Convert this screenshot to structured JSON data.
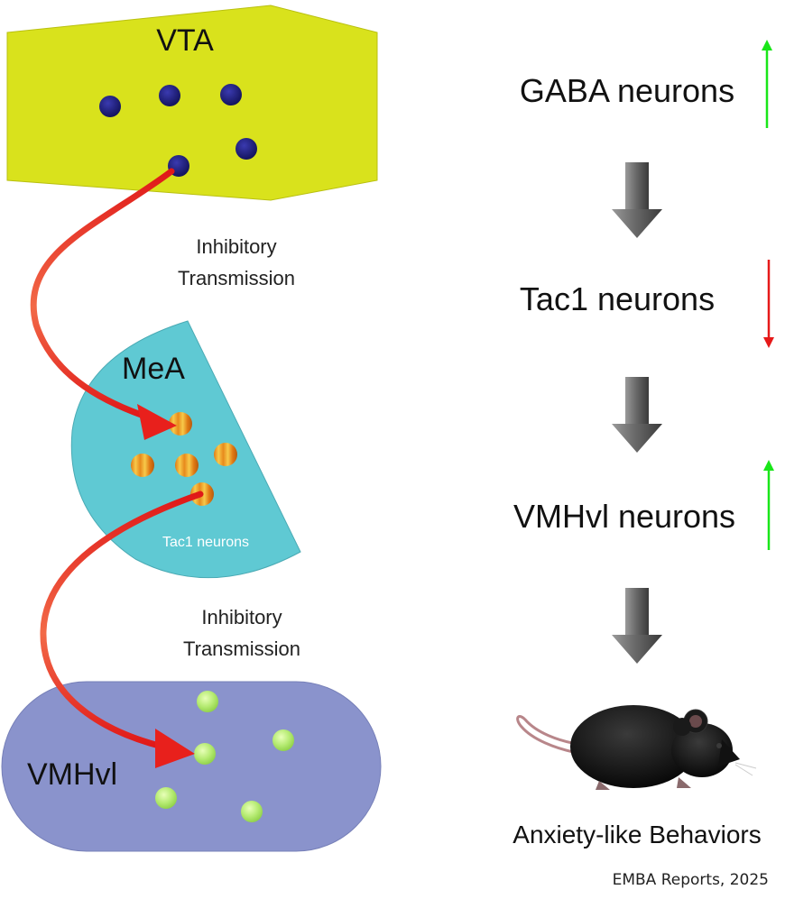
{
  "regions": {
    "vta": "VTA",
    "mea": "MeA",
    "mea_sublabel": "Tac1 neurons",
    "vmhvl": "VMHvl"
  },
  "transmissions": {
    "first": [
      "Inhibitory",
      "Transmission"
    ],
    "second": [
      "Inhibitory",
      "Transmission"
    ]
  },
  "flow": {
    "steps": [
      {
        "label": "GABA neurons",
        "change": "up",
        "color": "#19e619"
      },
      {
        "label": "Tac1 neurons",
        "change": "down",
        "color": "#e61919"
      },
      {
        "label": "VMHvl neurons",
        "change": "up",
        "color": "#19e619"
      }
    ],
    "outcome": "Anxiety-like Behaviors"
  },
  "credit": "EMBA Reports, 2025",
  "icons": {
    "mouse": "mouse-icon",
    "down_arrow": "gray-down-arrow-icon",
    "projection": "red-curved-arrow-icon"
  },
  "colors": {
    "vta_fill": "#d9e21c",
    "vta_neuron": "#1a1a80",
    "mea_fill": "#5fc9d3",
    "mea_neuron": "#f2a02a",
    "vmhvl_fill": "#8a93cc",
    "vmhvl_neuron": "#b6eb73",
    "projection_arrow": "#e8201c"
  }
}
